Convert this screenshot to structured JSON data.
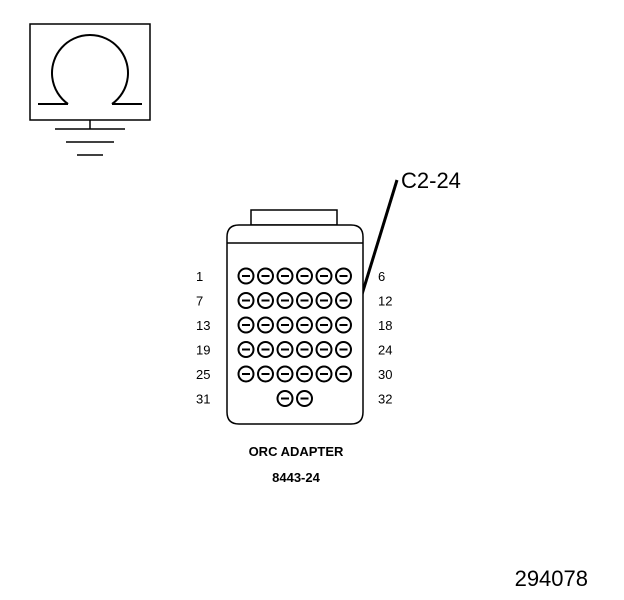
{
  "ohmmeter_symbol": {
    "icon": "ohm-meter-icon"
  },
  "ground_symbol": {
    "icon": "ground-icon"
  },
  "callout": {
    "text": "C2-24"
  },
  "connector": {
    "title": "ORC ADAPTER",
    "part_number": "8443-24",
    "rows": [
      {
        "left": "1",
        "right": "6",
        "pins": 6
      },
      {
        "left": "7",
        "right": "12",
        "pins": 6
      },
      {
        "left": "13",
        "right": "18",
        "pins": 6
      },
      {
        "left": "19",
        "right": "24",
        "pins": 6
      },
      {
        "left": "25",
        "right": "30",
        "pins": 6
      },
      {
        "left": "31",
        "right": "32",
        "pins": 2
      }
    ],
    "highlighted_pin": "24"
  },
  "figure_number": "294078"
}
